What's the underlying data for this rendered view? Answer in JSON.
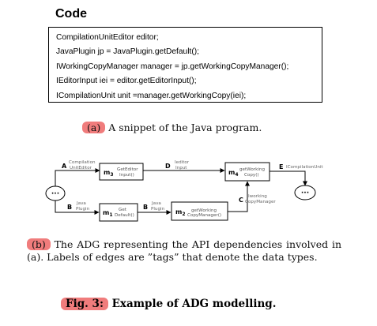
{
  "code": {
    "heading": "Code",
    "lines": [
      "CompilationUnitEditor editor;",
      "JavaPlugin jp = JavaPlugin.getDefault();",
      "IWorkingCopyManager manager = jp.getWorkingCopyManager();",
      "IEditorInput iei = editor.getEditorInput();",
      "ICompilationUnit unit =manager.getWorkingCopy(iei);"
    ]
  },
  "caption_a": {
    "label": "(a)",
    "text": " A snippet of the Java program."
  },
  "diagram": {
    "start_node": "···",
    "end_node": "···",
    "nodes": [
      {
        "main": "m",
        "sub": "3",
        "desc1": "GetEditor",
        "desc2": "Input()"
      },
      {
        "main": "m",
        "sub": "4",
        "desc1": "getWorking",
        "desc2": "Copy()"
      },
      {
        "main": "m",
        "sub": "1",
        "desc1": "Get",
        "desc2": "Default()"
      },
      {
        "main": "m",
        "sub": "2",
        "desc1": "getWorking",
        "desc2": "CopyManager()"
      }
    ],
    "edges": [
      {
        "tag": "A",
        "desc1": "Compilation",
        "desc2": "UnitEditor"
      },
      {
        "tag": "D",
        "desc1": "Ieditor",
        "desc2": "Input"
      },
      {
        "tag": "E",
        "desc1": "ICompilationUnit",
        "desc2": ""
      },
      {
        "tag": "B",
        "desc1": "Java",
        "desc2": "Plugin"
      },
      {
        "tag": "B",
        "desc1": "Java",
        "desc2": "Plugin"
      },
      {
        "tag": "C",
        "desc1": "Iworking",
        "desc2": "CopyManager"
      }
    ]
  },
  "caption_b": {
    "label": "(b)",
    "text": " The ADG representing the API dependencies involved in (a). Labels of edges are ”tags” that denote the data types."
  },
  "figure": {
    "label": "Fig. 3:",
    "title": " Example of ADG modelling."
  }
}
